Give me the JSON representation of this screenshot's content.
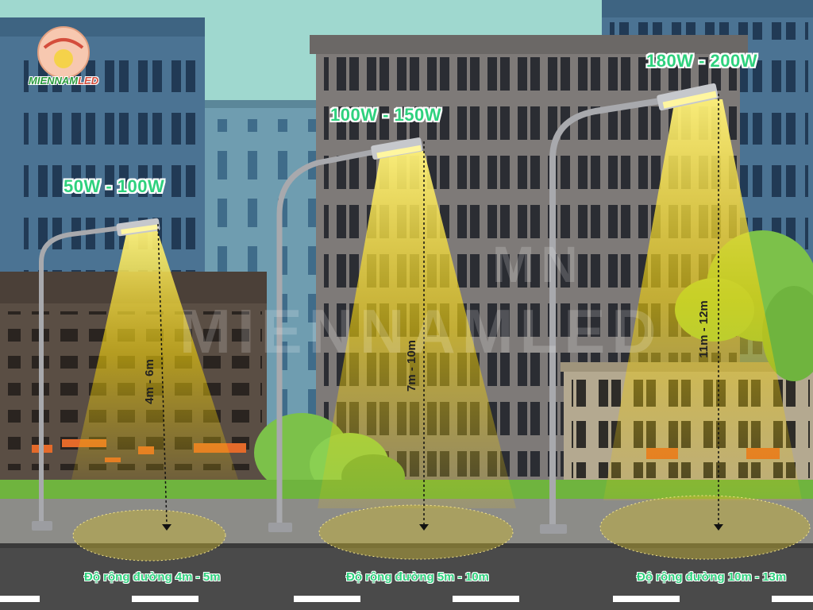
{
  "logo": {
    "text_part1": "MIENNAM",
    "text_part2": "LED"
  },
  "watermark": {
    "line1": "MN",
    "line2": "MIENNAMLED"
  },
  "lamps": [
    {
      "wattage": "50W - 100W",
      "height": "4m - 6m",
      "road_width": "Độ rộng đường 4m - 5m"
    },
    {
      "wattage": "100W - 150W",
      "height": "7m - 10m",
      "road_width": "Độ rộng đường 5m - 10m"
    },
    {
      "wattage": "180W - 200W",
      "height": "11m - 12m",
      "road_width": "Độ rộng đường 10m - 13m"
    }
  ],
  "colors": {
    "sky": "#9fd8cf",
    "wattage_text": "#2fd17e",
    "light_beam": "#f5d60a",
    "road": "#4a4a4a",
    "lane_marking": "#ffffff"
  }
}
